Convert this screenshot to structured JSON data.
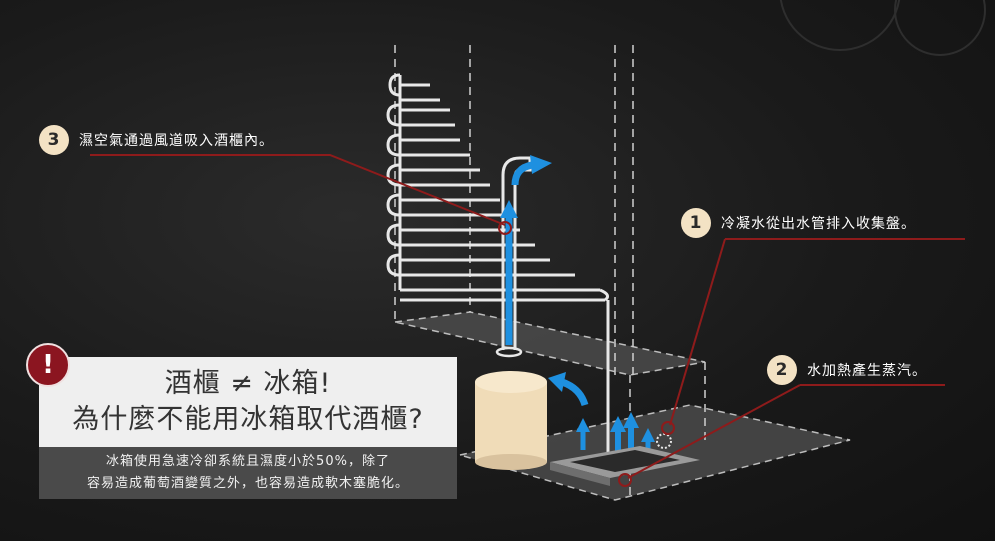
{
  "callouts": [
    {
      "num": "3",
      "text": "濕空氣通過風道吸入酒櫃內。"
    },
    {
      "num": "1",
      "text": "冷凝水從出水管排入收集盤。"
    },
    {
      "num": "2",
      "text": "水加熱產生蒸汽。"
    }
  ],
  "alert": {
    "symbol": "!"
  },
  "headline": {
    "line1": "酒櫃 ≠ 冰箱!",
    "line2": "為什麼不能用冰箱取代酒櫃?"
  },
  "description": {
    "line1": "冰箱使用急速冷卻系統且濕度小於50%，除了",
    "line2": "容易造成葡萄酒變質之外，也容易造成軟木塞脆化。"
  },
  "colors": {
    "accent_red": "#8b1520",
    "pointer_red": "#8e1b1b",
    "airflow_blue": "#1e90e0",
    "badge_cream": "#f3e2c4",
    "tank_cream": "#f0dcb8"
  }
}
